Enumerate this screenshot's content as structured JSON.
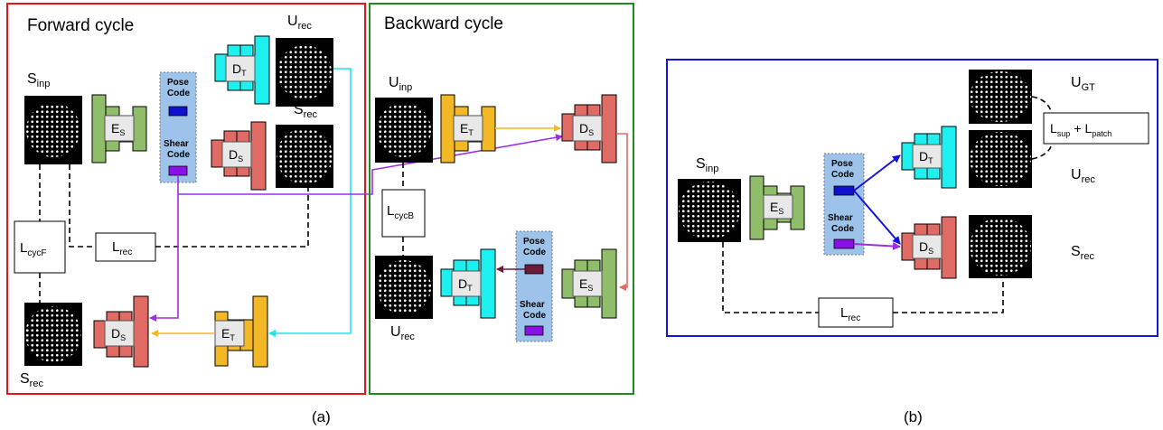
{
  "panel_a": {
    "forward": {
      "title": "Forward cycle",
      "s_inp": "S",
      "s_inp_sub": "inp",
      "u_rec": "U",
      "u_rec_sub": "rec",
      "s_rec": "S",
      "s_rec_sub": "rec",
      "s_rec2": "S",
      "s_rec2_sub": "rec",
      "enc_s": "E",
      "enc_s_sub": "S",
      "dec_t": "D",
      "dec_t_sub": "T",
      "dec_s": "D",
      "dec_s_sub": "S",
      "enc_t": "E",
      "enc_t_sub": "T",
      "dec_s2": "D",
      "dec_s2_sub": "S",
      "pose_code_1": "Pose",
      "pose_code_2": "Code",
      "shear_code_1": "Shear",
      "shear_code_2": "Code",
      "l_cyc": "L",
      "l_cyc_sub": "cycF",
      "l_rec": "L",
      "l_rec_sub": "rec"
    },
    "backward": {
      "title": "Backward cycle",
      "u_inp": "U",
      "u_inp_sub": "inp",
      "u_rec": "U",
      "u_rec_sub": "rec",
      "enc_t": "E",
      "enc_t_sub": "T",
      "dec_s": "D",
      "dec_s_sub": "S",
      "enc_s": "E",
      "enc_s_sub": "S",
      "dec_t": "D",
      "dec_t_sub": "T",
      "pose_code_1": "Pose",
      "pose_code_2": "Code",
      "shear_code_1": "Shear",
      "shear_code_2": "Code",
      "l_cyc": "L",
      "l_cyc_sub": "cycB"
    },
    "caption": "(a)"
  },
  "panel_b": {
    "s_inp": "S",
    "s_inp_sub": "inp",
    "u_gt": "U",
    "u_gt_sub": "GT",
    "u_rec": "U",
    "u_rec_sub": "rec",
    "s_rec": "S",
    "s_rec_sub": "rec",
    "enc_s": "E",
    "enc_s_sub": "S",
    "dec_t": "D",
    "dec_t_sub": "T",
    "dec_s": "D",
    "dec_s_sub": "S",
    "pose_code_1": "Pose",
    "pose_code_2": "Code",
    "shear_code_1": "Shear",
    "shear_code_2": "Code",
    "l_sup": "L",
    "l_sup_sub": "sup",
    "plus": "+",
    "l_patch": "L",
    "l_patch_sub": "patch",
    "l_rec": "L",
    "l_rec_sub": "rec",
    "caption": "(b)"
  },
  "colors": {
    "forward_border": "#e8141c",
    "backward_border": "#1f8a1f",
    "panel_b_border": "#1414d8",
    "encoder_s": "#8fbd6a",
    "decoder_t": "#1ef0f0",
    "decoder_s": "#e06a64",
    "encoder_t": "#f2b825",
    "code_box": "#9ec3ea",
    "pose_code": "#1010d0",
    "shear_code": "#8a10e8",
    "pose_code_dark": "#6b1a3a",
    "arrow_purple": "#9b2fe0",
    "arrow_cyan": "#1ee6e6",
    "arrow_orange": "#f2b825",
    "arrow_red": "#e06a64",
    "arrow_blue": "#1414d8"
  }
}
